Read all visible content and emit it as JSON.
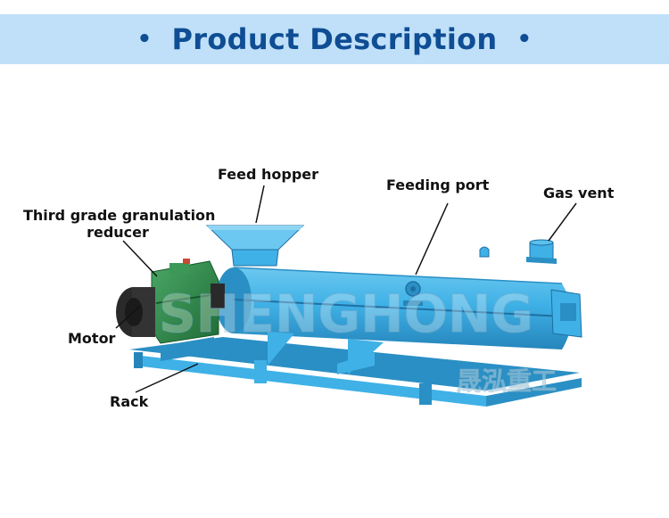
{
  "banner": {
    "title": "Product Description",
    "bullet_left": "•",
    "bullet_right": "•"
  },
  "labels": {
    "feed_hopper": "Feed hopper",
    "feeding_port": "Feeding port",
    "gas_vent": "Gas vent",
    "reducer_line1": "Third grade granulation",
    "reducer_line2": "reducer",
    "motor": "Motor",
    "rack": "Rack"
  },
  "watermark": {
    "latin": "SHENGHONG",
    "chinese": "晟泓重工"
  },
  "colors": {
    "banner_bg": "#bfe0f8",
    "title": "#0f4d94",
    "machine_body": "#3fb1e6",
    "machine_shadow": "#2a8fc4",
    "reducer": "#2e8a4a"
  }
}
